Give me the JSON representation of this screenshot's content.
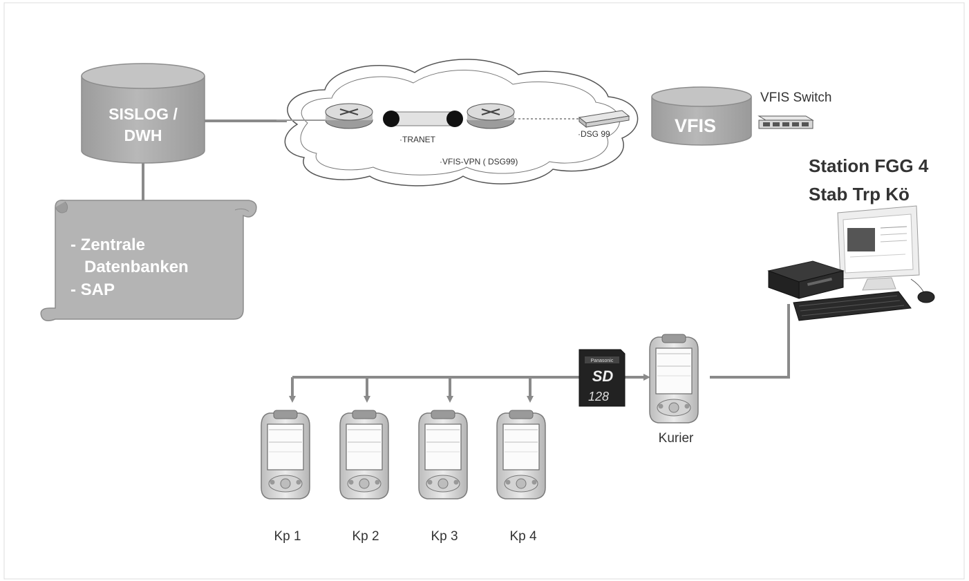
{
  "database": {
    "line1": "SISLOG /",
    "line2": "DWH"
  },
  "scroll": {
    "line1": "- Zentrale",
    "line2": "Datenbanken",
    "line3": "- SAP"
  },
  "cloud": {
    "tranet_label": "·TRANET",
    "vpn_label": "·VFIS-VPN ( DSG99)",
    "dsg_label": "·DSG 99"
  },
  "vfis": {
    "label": "VFIS",
    "switch_label": "VFIS Switch"
  },
  "station": {
    "line1": "Station FGG 4",
    "line2": "Stab Trp Kö"
  },
  "sd_card": {
    "brand": "Panasonic",
    "logo": "SD",
    "capacity": "128"
  },
  "courier": {
    "label": "Kurier"
  },
  "pdas": [
    {
      "label": "Kp 1"
    },
    {
      "label": "Kp 2"
    },
    {
      "label": "Kp 3"
    },
    {
      "label": "Kp 4"
    }
  ],
  "colors": {
    "connector": "#8a8a8a",
    "cylinder": "#aaaaaa",
    "scroll": "#b0b0b0",
    "text_white": "#ffffff",
    "text_dark": "#333333"
  }
}
